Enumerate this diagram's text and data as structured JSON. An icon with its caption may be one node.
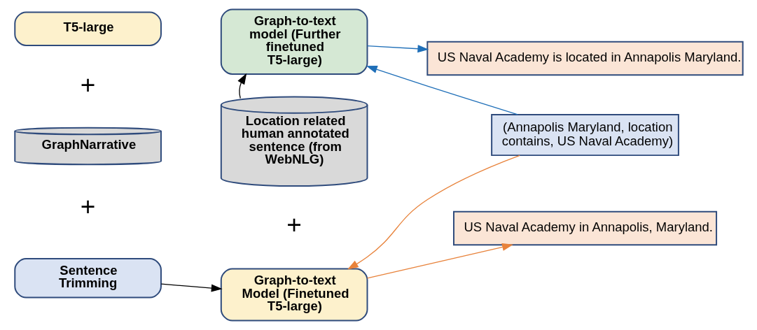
{
  "diagram": {
    "nodes": [
      {
        "text": [
          "T5-large"
        ]
      },
      {
        "text": [
          "GraphNarrative"
        ]
      },
      {
        "text": [
          "Sentence Trimming"
        ]
      },
      {
        "text": [
          "Graph-to-text model (Further finetuned T5-large)"
        ]
      },
      {
        "text": [
          "Location related human annotated sentence (from WebNLG)"
        ]
      },
      {
        "text": [
          "Graph-to-text Model (Finetuned T5-large)"
        ]
      },
      {
        "text": [
          "US Naval Academy is located in Annapolis Maryland."
        ]
      },
      {
        "text": [
          "(Annapolis Maryland, location contains, US Naval Academy)"
        ]
      },
      {
        "text": [
          "US Naval Academy in Annapolis, Maryland."
        ]
      }
    ],
    "edges": [
      {
        "from": 2,
        "to": 5,
        "arrow": "to",
        "color": "#000000"
      },
      {
        "from": 4,
        "to": 3,
        "arrow": "to",
        "color": "#000000"
      },
      {
        "from": 3,
        "to": 6,
        "arrow": "to",
        "color": "#1f6fb8"
      },
      {
        "from": 7,
        "to": 3,
        "arrow": "to",
        "color": "#1f6fb8"
      },
      {
        "from": 7,
        "to": 5,
        "arrow": "to",
        "color": "#e8823a"
      },
      {
        "from": 5,
        "to": 8,
        "arrow": "to",
        "color": "#e8823a"
      }
    ],
    "labels": [
      "+",
      "+",
      "+"
    ]
  }
}
